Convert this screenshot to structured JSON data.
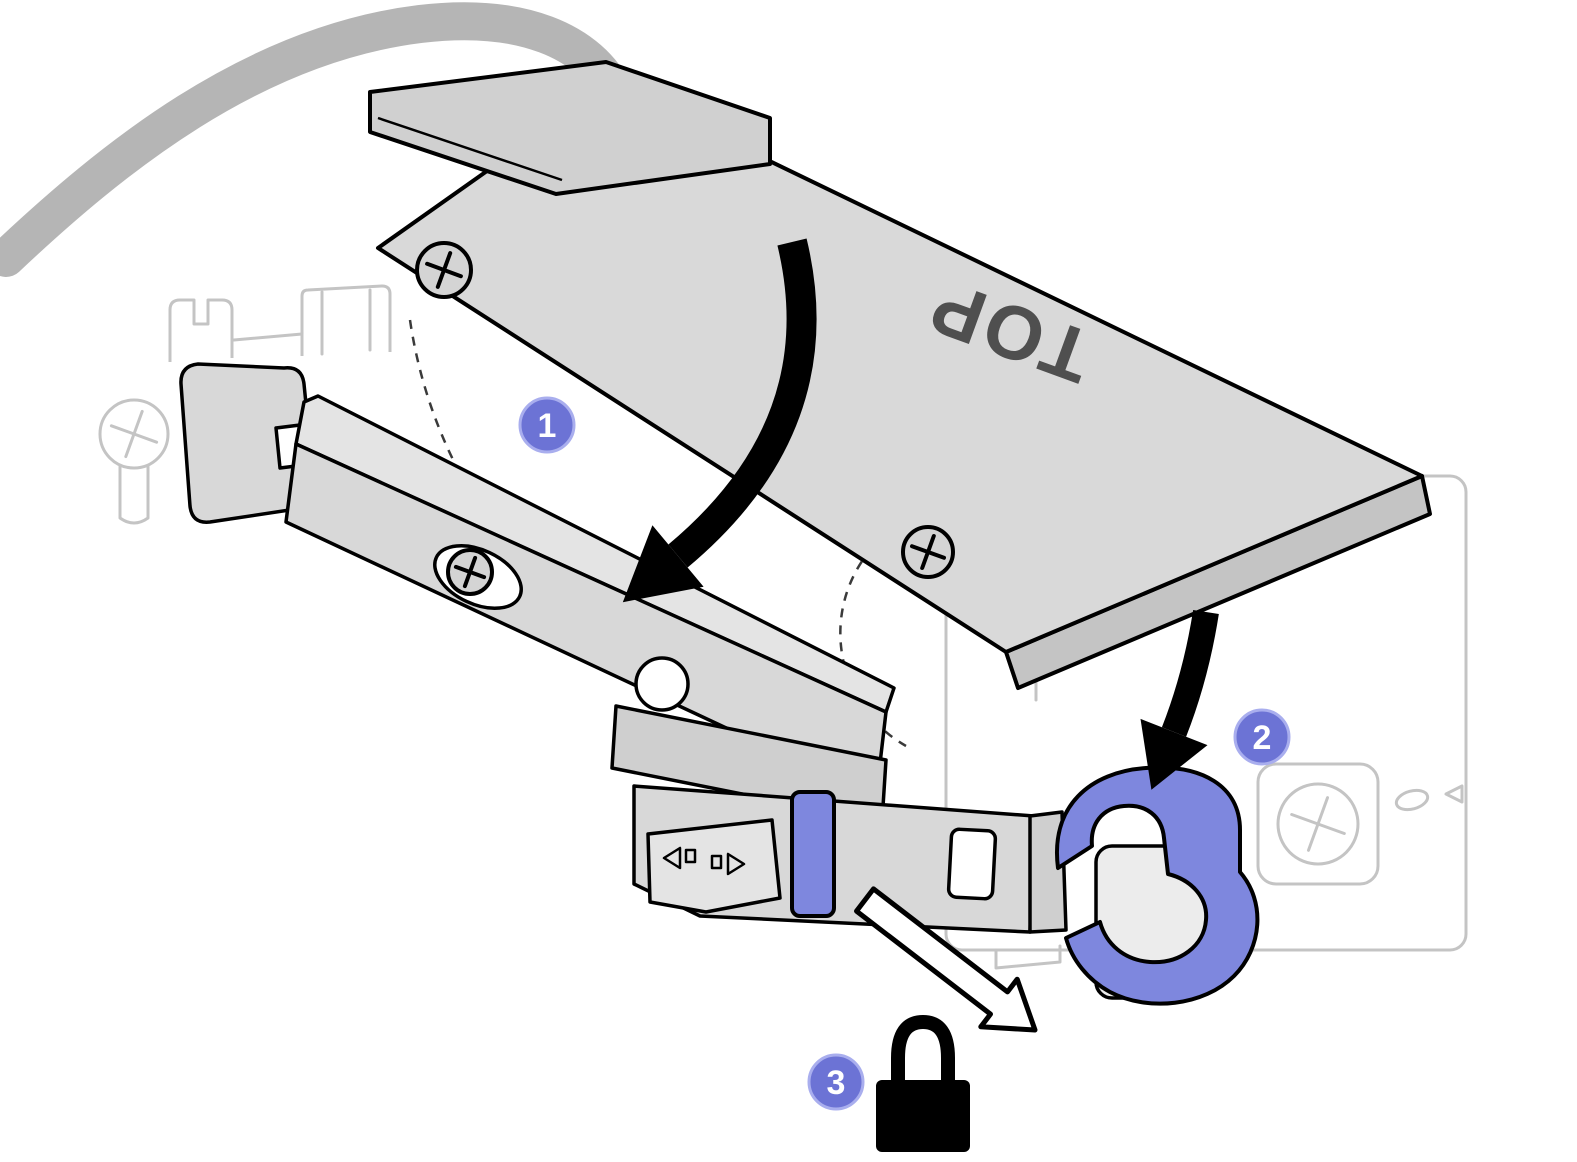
{
  "figure": {
    "drive_label": "TOP",
    "callouts": [
      {
        "number": "1"
      },
      {
        "number": "2"
      },
      {
        "number": "3"
      }
    ],
    "colors": {
      "accent": "#6c73d5",
      "latch": "#7e87de",
      "cable": "#b5b5b5"
    },
    "icons": [
      {
        "name": "padlock-icon"
      },
      {
        "name": "phillips-screw-icon"
      },
      {
        "name": "rotate-down-arrow-icon"
      },
      {
        "name": "press-down-arrow-icon"
      },
      {
        "name": "slide-out-arrow-icon"
      }
    ]
  }
}
